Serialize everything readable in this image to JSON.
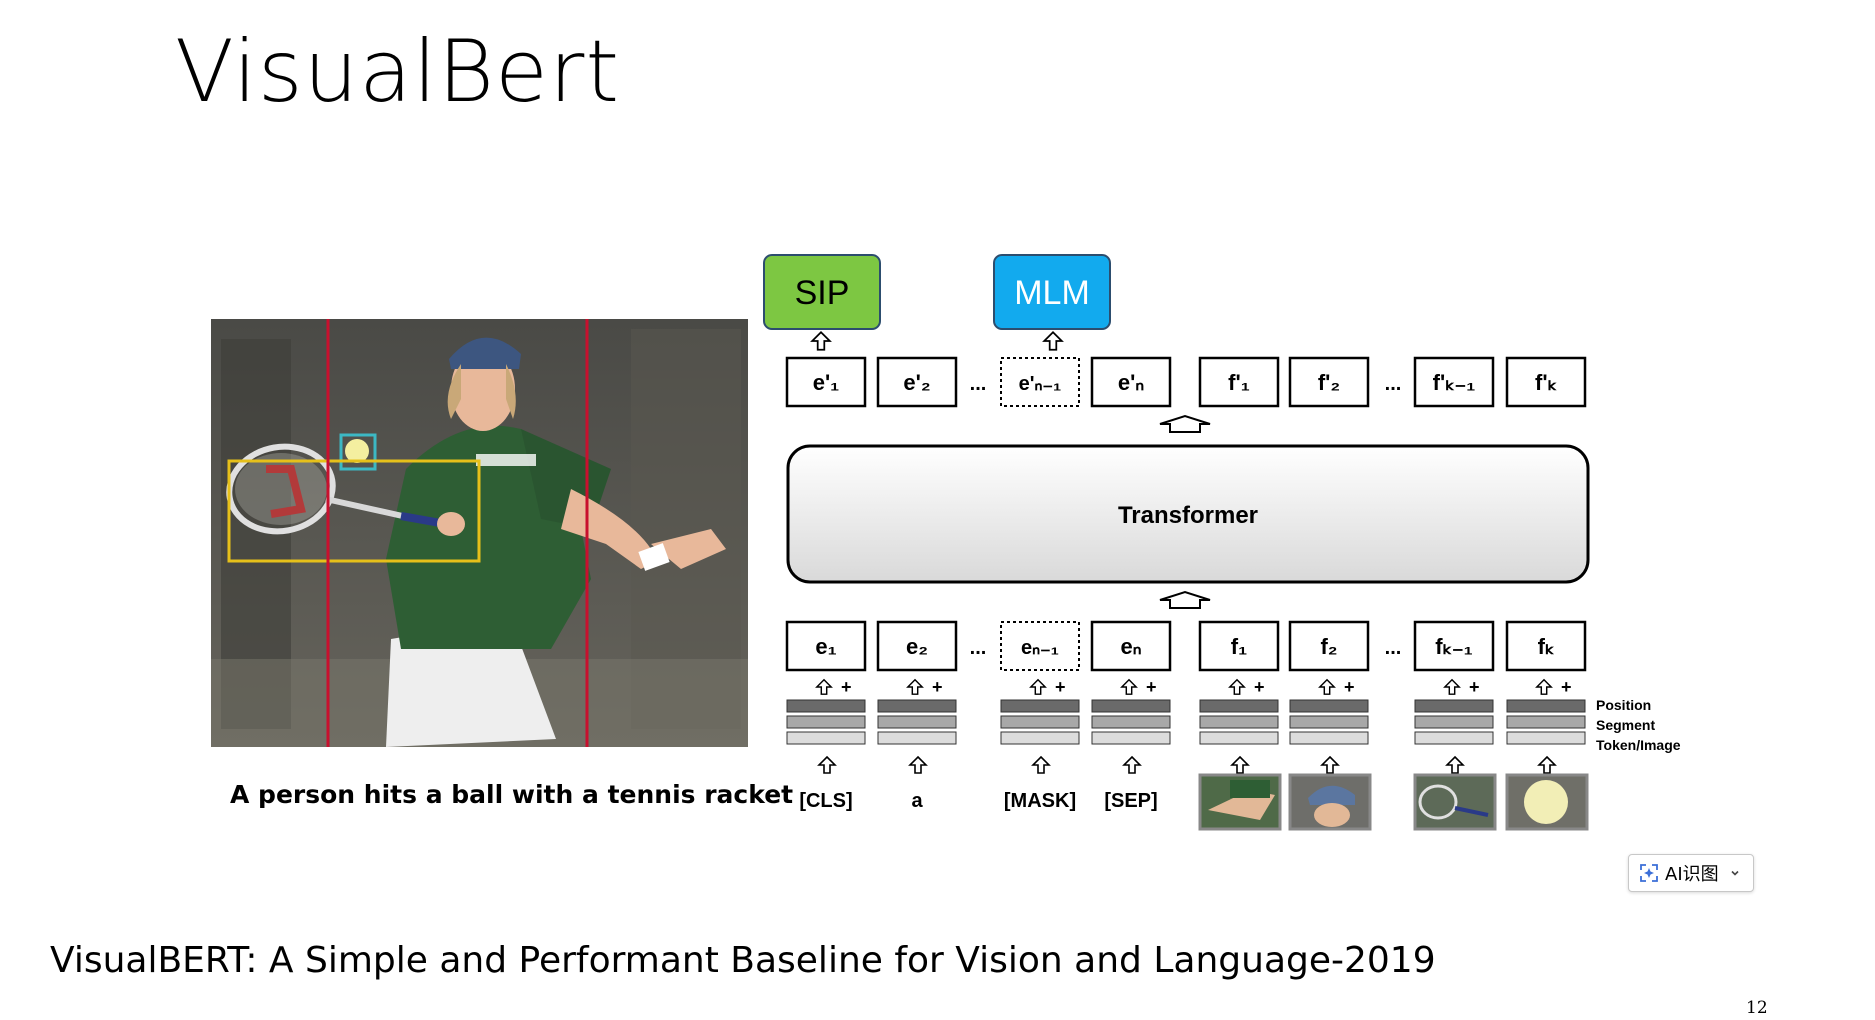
{
  "slide": {
    "title": "VisualBert",
    "citation": "VisualBERT: A Simple and Performant Baseline for Vision and Language-2019",
    "page_number": "12"
  },
  "ai_button": {
    "label": "AI识图",
    "icon": "ai-sparkle-icon"
  },
  "figure": {
    "caption": "A person hits a ball with a tennis racket",
    "heads": [
      {
        "label": "SIP",
        "color": "#7dc742"
      },
      {
        "label": "MLM",
        "color": "#12aaee"
      }
    ],
    "transformer_label": "Transformer",
    "output_text_tokens": [
      "e'₁",
      "e'₂",
      "e'ₙ₋₁",
      "e'ₙ"
    ],
    "output_image_tokens": [
      "f'₁",
      "f'₂",
      "f'ₖ₋₁",
      "f'ₖ"
    ],
    "input_text_tokens": [
      "e₁",
      "e₂",
      "eₙ₋₁",
      "eₙ"
    ],
    "input_image_tokens": [
      "f₁",
      "f₂",
      "fₖ₋₁",
      "fₖ"
    ],
    "ellipsis": "...",
    "plus_marker": "+",
    "embedding_labels": [
      "Position",
      "Segment",
      "Token/Image"
    ],
    "words": [
      "[CLS]",
      "a",
      "[MASK]",
      "[SEP]"
    ],
    "image_patch_icons": [
      "arm-patch-icon",
      "head-patch-icon",
      "racket-patch-icon",
      "ball-patch-icon"
    ],
    "photo_icon": "tennis-player-photo"
  }
}
